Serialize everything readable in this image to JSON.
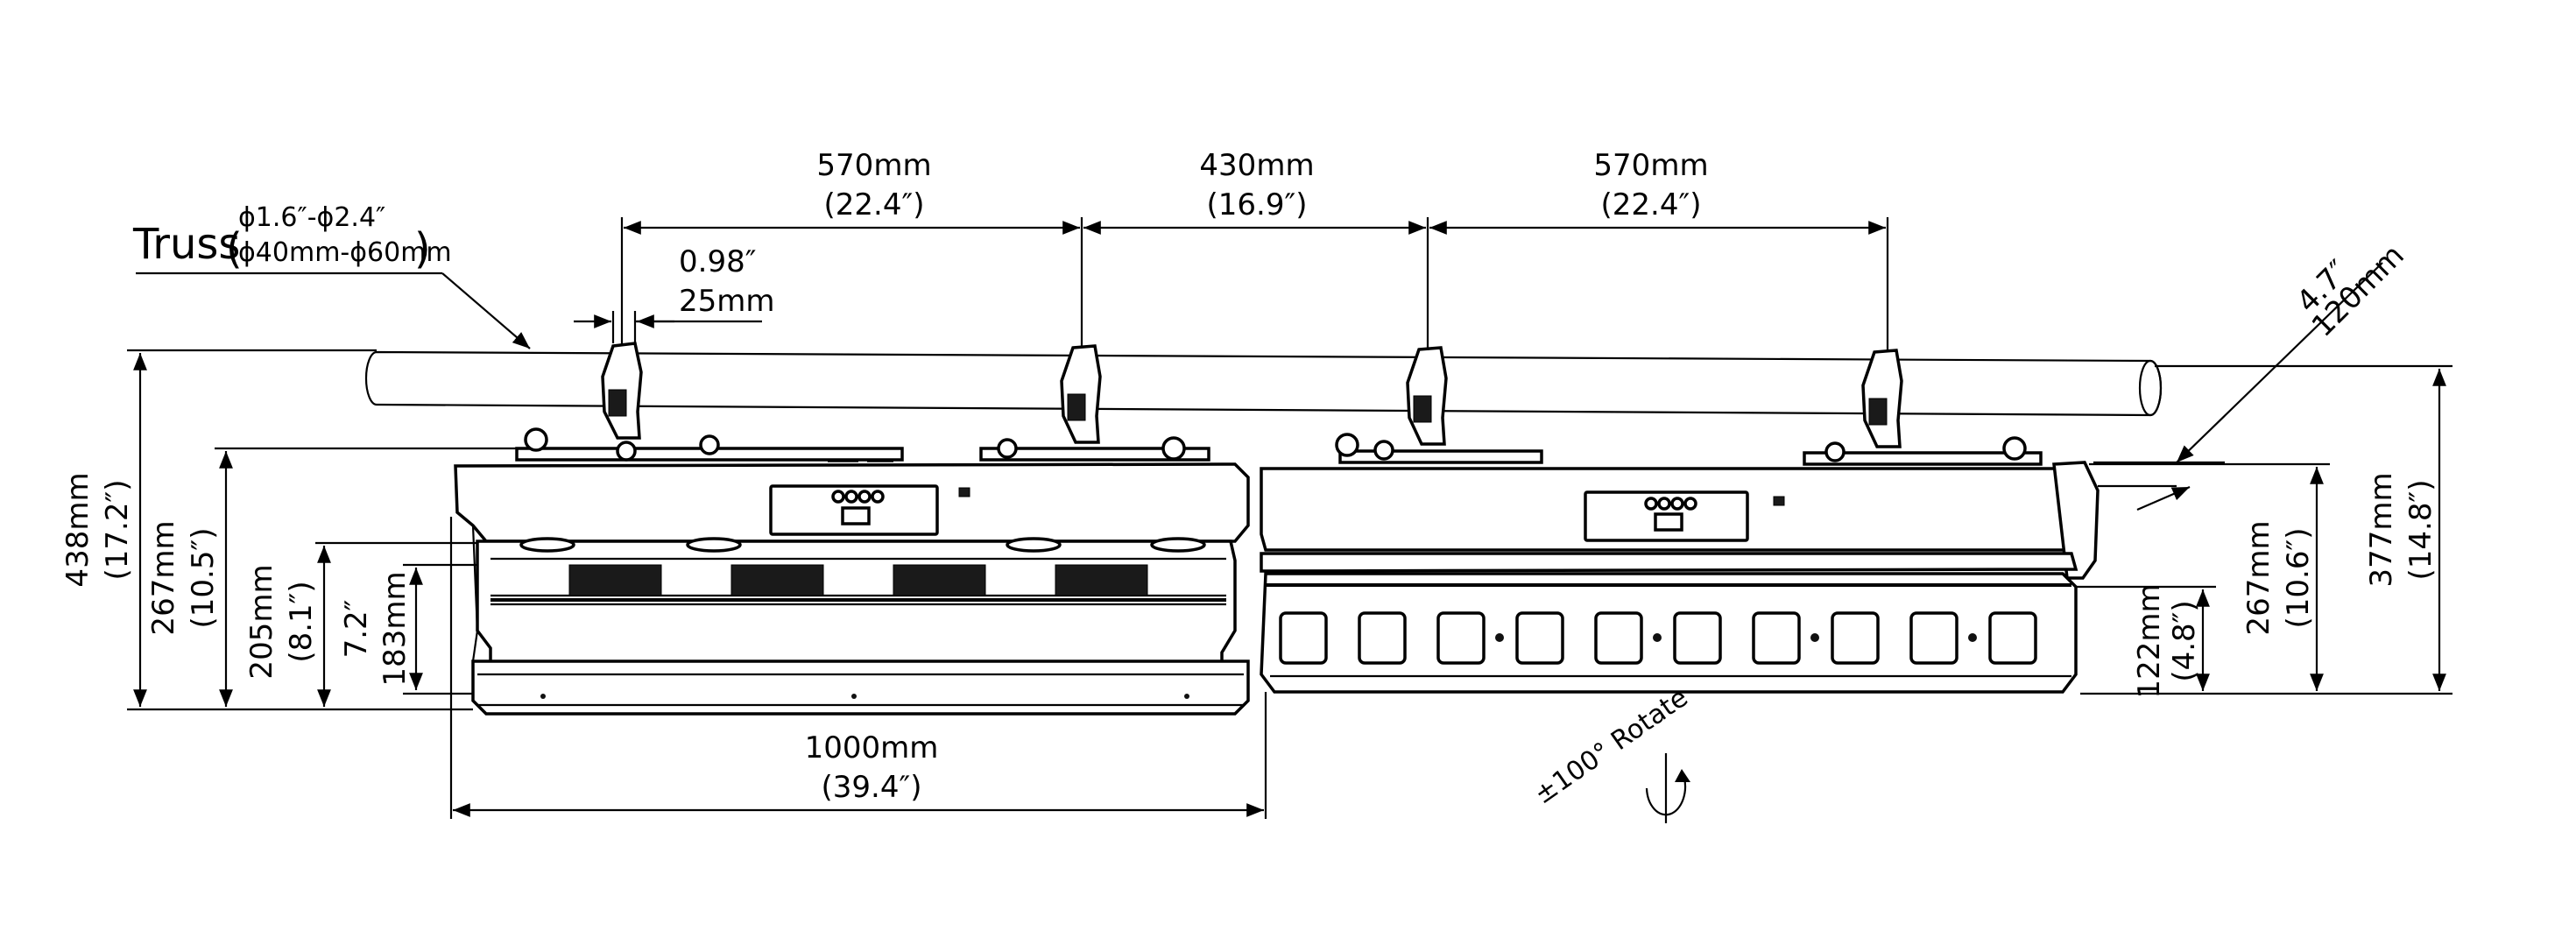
{
  "truss": {
    "label": "Truss",
    "spec_inch": "ϕ1.6″-ϕ2.4″",
    "spec_mm": "ϕ40mm-ϕ60mm"
  },
  "dimensions": {
    "top_left_mm": "570mm",
    "top_left_in": "(22.4″)",
    "top_mid_mm": "430mm",
    "top_mid_in": "(16.9″)",
    "top_right_mm": "570mm",
    "top_right_in": "(22.4″)",
    "clamp_in": "0.98″",
    "clamp_mm": "25mm",
    "width_mm": "1000mm",
    "width_in": "(39.4″)",
    "left_h1_mm": "438mm",
    "left_h1_in": "(17.2″)",
    "left_h2_mm": "267mm",
    "left_h2_in": "(10.5″)",
    "left_h3_mm": "205mm",
    "left_h3_in": "(8.1″)",
    "left_h4_in": "7.2″",
    "left_h4_mm": "183mm",
    "right_offset_in": "4.7″",
    "right_offset_mm": "120mm",
    "right_h1_mm": "377mm",
    "right_h1_in": "(14.8″)",
    "right_h2_mm": "267mm",
    "right_h2_in": "(10.6″)",
    "right_h3_mm": "122mm",
    "right_h3_in": "(4.8″)",
    "rotate": "±100° Rotate"
  }
}
